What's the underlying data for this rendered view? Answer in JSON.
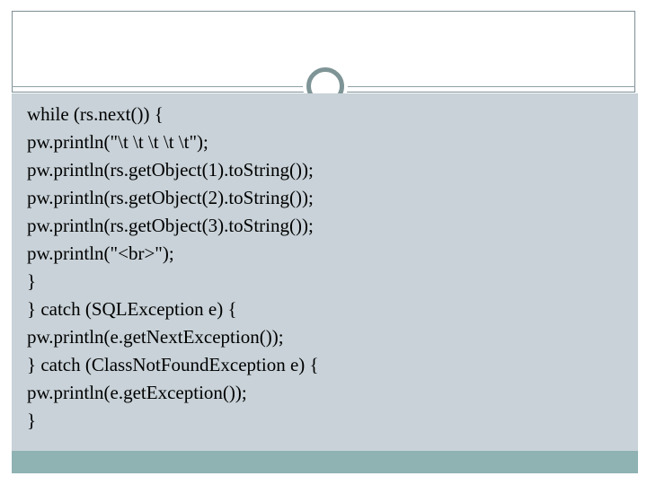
{
  "slide": {
    "title": "",
    "background_color": "#ffffff",
    "content_background_color": "#c8d2d8",
    "accent_band_color": "#8fb2b2",
    "rule_color": "#8fa1a6",
    "frame_border_color": "#7d8f93",
    "ring_color": "#7e9496",
    "text_color": "#000000"
  },
  "code": {
    "language": "java",
    "lines": [
      "while (rs.next()) {",
      "pw.println(\"\\t \\t \\t \\t \\t\");",
      "pw.println(rs.getObject(1).toString());",
      "pw.println(rs.getObject(2).toString());",
      "pw.println(rs.getObject(3).toString());",
      "pw.println(\"<br>\");",
      "}",
      "} catch (SQLException e) {",
      "pw.println(e.getNextException());",
      "} catch (ClassNotFoundException e) {",
      "pw.println(e.getException());",
      "}"
    ]
  }
}
